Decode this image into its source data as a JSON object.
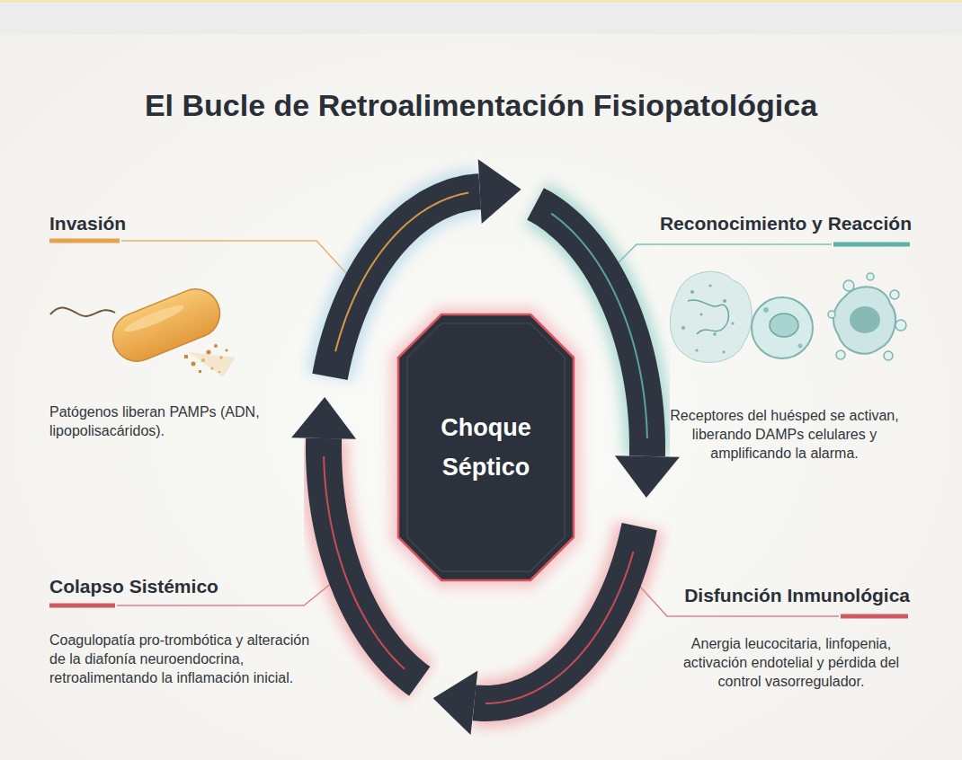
{
  "diagram": {
    "title": "El Bucle de Retroalimentación Fisiopatológica",
    "nodes": [
      {
        "text": [
          "Invasión",
          "Patógenos liberan PAMPs (ADN, lipopolisacáridos)."
        ]
      },
      {
        "text": [
          "Reconocimiento y Reacción",
          "Receptores del huésped se activan, liberando DAMPs celulares y amplificando la alarma."
        ]
      },
      {
        "text": [
          "Choque Séptico"
        ]
      },
      {
        "text": [
          "Colapso Sistémico",
          "Coagulopatía pro-trombótica y alteración de la diafonía neuroendocrina, retroalimentando la inflamación inicial."
        ]
      },
      {
        "text": [
          "Disfunción Inmunológica",
          "Anergia leucocitaria, linfopenia, activación endotelial y pérdida del control vasorregulador."
        ]
      }
    ]
  }
}
